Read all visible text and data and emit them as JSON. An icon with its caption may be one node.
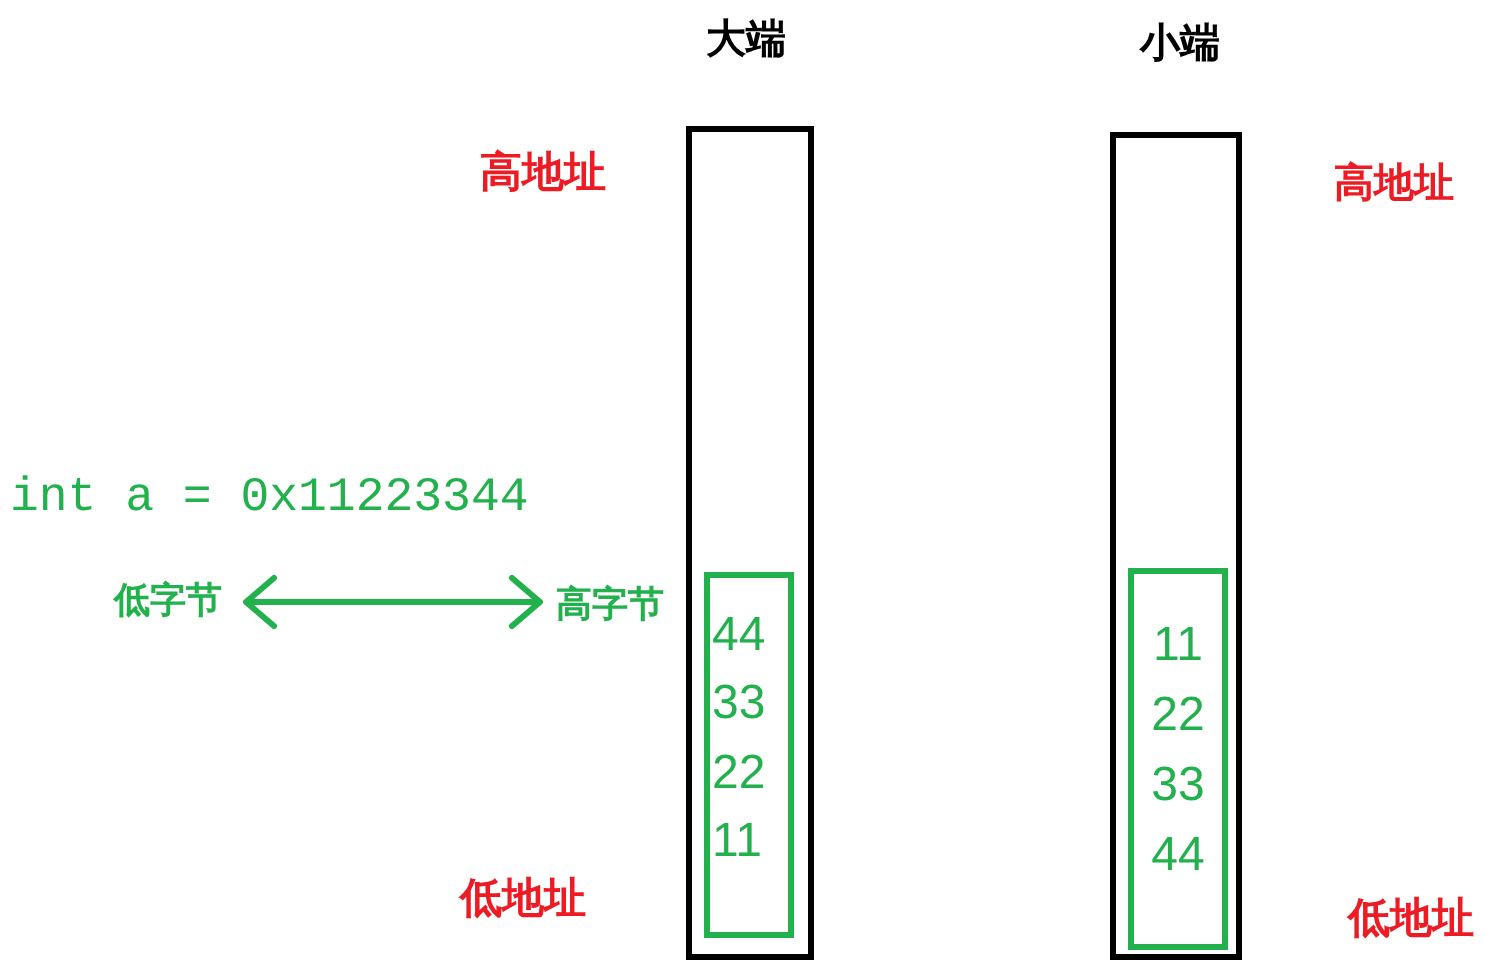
{
  "diagram": {
    "nodes": [
      {
        "text": [
          "大端"
        ]
      },
      {
        "text": [
          "44",
          "33",
          "22",
          "11"
        ],
        "in": 0
      },
      {
        "text": [
          "小端"
        ]
      },
      {
        "text": [
          "11",
          "22",
          "33",
          "44"
        ],
        "in": 2
      },
      {
        "text": [
          "低字节"
        ]
      },
      {
        "text": [
          "高字节"
        ]
      }
    ],
    "edges": [
      {
        "from": 4,
        "to": 5,
        "arrow": "both",
        "color": "#22b14c"
      }
    ],
    "labels": [
      "高地址",
      "高地址",
      "int a = 0x11223344",
      "低地址",
      "低地址"
    ]
  }
}
